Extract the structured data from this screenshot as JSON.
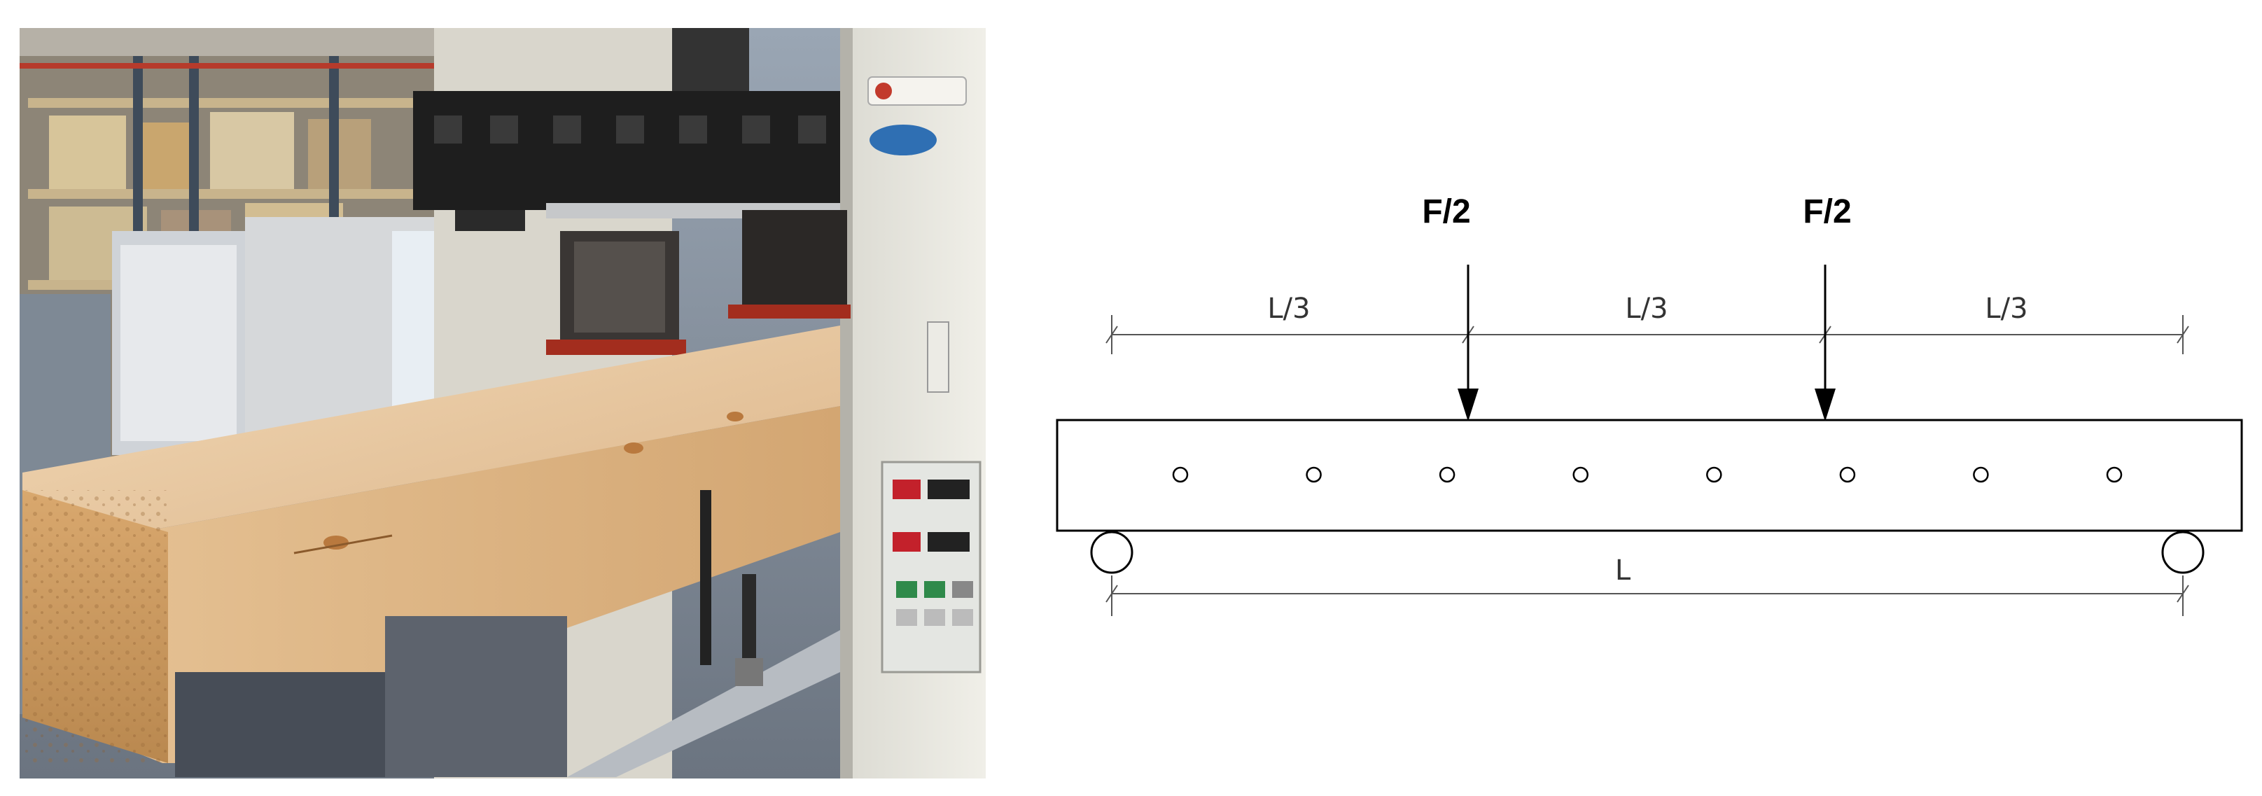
{
  "diagram": {
    "loads": [
      {
        "label": "F/2"
      },
      {
        "label": "F/2"
      }
    ],
    "spans": [
      {
        "label": "L/3"
      },
      {
        "label": "L/3"
      },
      {
        "label": "L/3"
      }
    ],
    "total_span": {
      "label": "L"
    },
    "sensor_count": 8
  },
  "colors": {
    "line": "#000000",
    "dimension_line": "#555555",
    "wood_light": "#e9c9a0",
    "wood_dark": "#c99a68",
    "steel_black": "#1e1e1e",
    "red_plate": "#a32d1e"
  },
  "icons": {
    "support": "circle-roller-support-icon",
    "force_arrow": "down-arrow-icon"
  }
}
